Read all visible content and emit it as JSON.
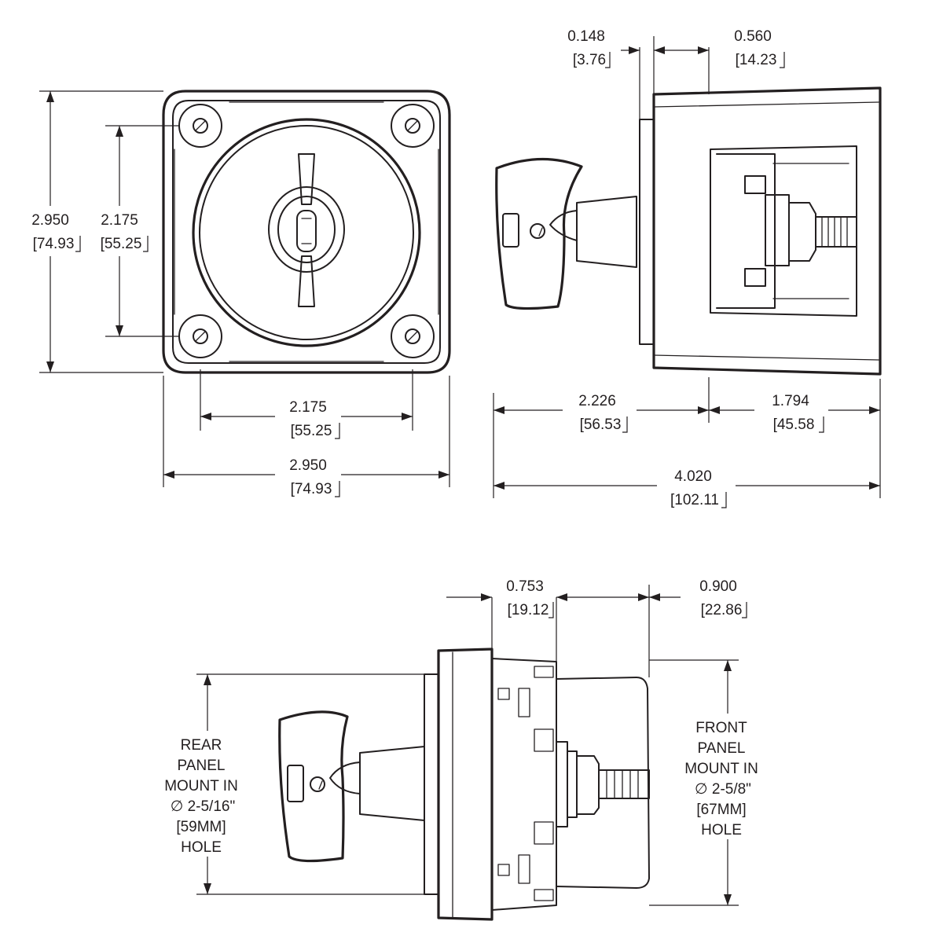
{
  "front_view": {
    "height": {
      "inch": "2.950",
      "mm": "[74.93"
    },
    "hole_spacing_vertical": {
      "inch": "2.175",
      "mm": "[55.25"
    },
    "hole_spacing_horizontal": {
      "inch": "2.175",
      "mm": "[55.25"
    },
    "width": {
      "inch": "2.950",
      "mm": "[74.93"
    }
  },
  "side_view": {
    "flange_thickness": {
      "inch": "0.148",
      "mm": "[3.76"
    },
    "flange_to_body": {
      "inch": "0.560",
      "mm": "[14.23"
    },
    "front_depth": {
      "inch": "2.226",
      "mm": "[56.53"
    },
    "rear_depth": {
      "inch": "1.794",
      "mm": "[45.58"
    },
    "overall_length": {
      "inch": "4.020",
      "mm": "[102.11"
    }
  },
  "bottom_view": {
    "rear_offset": {
      "inch": "0.753",
      "mm": "[19.12"
    },
    "front_offset": {
      "inch": "0.900",
      "mm": "[22.86"
    },
    "rear_mount_label": [
      "REAR",
      "PANEL",
      "MOUNT IN",
      "∅ 2-5/16\"",
      "[59MM]",
      "HOLE"
    ],
    "front_mount_label": [
      "FRONT",
      "PANEL",
      "MOUNT IN",
      "∅ 2-5/8\"",
      "[67MM]",
      "HOLE"
    ]
  }
}
